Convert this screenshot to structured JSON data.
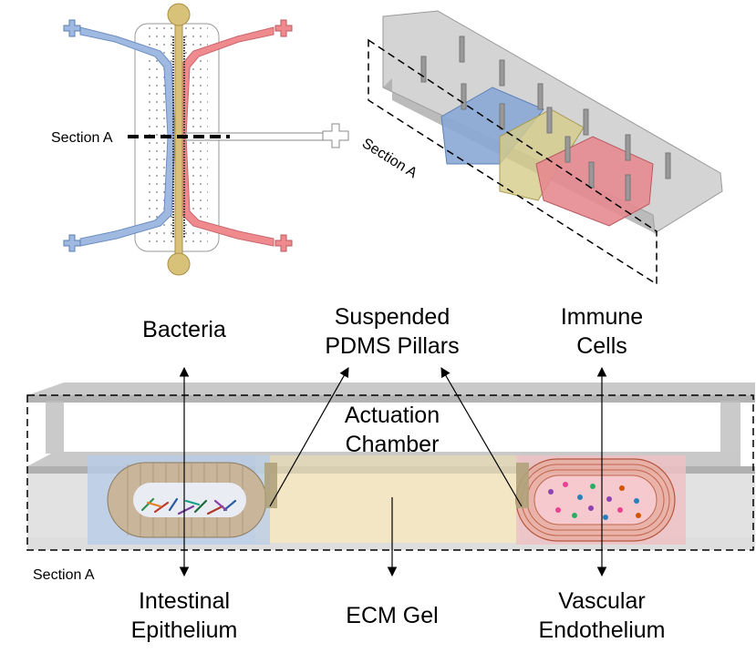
{
  "top_left": {
    "section_label": "Section A"
  },
  "top_right": {
    "section_label": "Section A"
  },
  "bottom": {
    "section_label": "Section A",
    "labels": {
      "bacteria": "Bacteria",
      "pillars_line1": "Suspended",
      "pillars_line2": "PDMS Pillars",
      "immune_line1": "Immune",
      "immune_line2": "Cells",
      "actuation_line1": "Actuation",
      "actuation_line2": "Chamber",
      "epithelium_line1": "Intestinal",
      "epithelium_line2": "Epithelium",
      "ecm": "ECM Gel",
      "vascular_line1": "Vascular",
      "vascular_line2": "Endothelium"
    }
  },
  "colors": {
    "epithelial_channel": "#9fb9e0",
    "vascular_channel": "#ef8a8f",
    "ecm_gel": "#d8c27a",
    "ecm_gel_light": "#f2e6c4",
    "device_gray": "#b7b7b7"
  }
}
